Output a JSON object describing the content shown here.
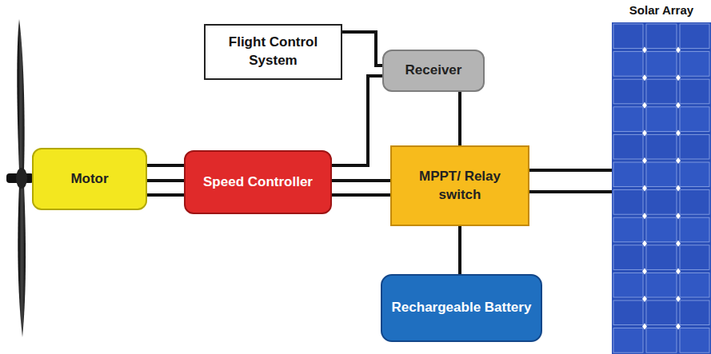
{
  "diagram": {
    "nodes": [
      {
        "text": [
          "Flight Control System"
        ]
      },
      {
        "text": [
          "Receiver"
        ]
      },
      {
        "text": [
          "Motor"
        ]
      },
      {
        "text": [
          "Speed Controller"
        ]
      },
      {
        "text": [
          "MPPT/ Relay switch"
        ]
      },
      {
        "text": [
          "Rechargeable Battery"
        ]
      },
      {
        "text": [
          "Solar Array"
        ]
      }
    ],
    "edges": [
      {
        "from": 0,
        "to": 1,
        "arrow": "none"
      },
      {
        "from": 3,
        "to": 1,
        "arrow": "none"
      },
      {
        "from": 2,
        "to": 3,
        "arrow": "none"
      },
      {
        "from": 3,
        "to": 4,
        "arrow": "none"
      },
      {
        "from": 1,
        "to": 4,
        "arrow": "none"
      },
      {
        "from": 4,
        "to": 5,
        "arrow": "none"
      },
      {
        "from": 4,
        "to": 6,
        "arrow": "none"
      }
    ]
  }
}
